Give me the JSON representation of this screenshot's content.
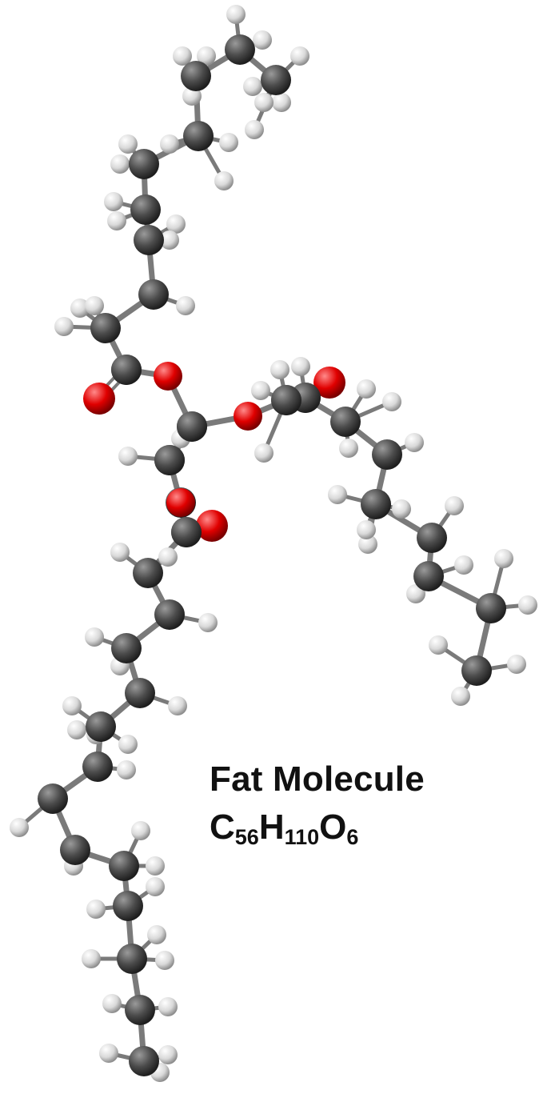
{
  "caption": {
    "title": "Fat Molecule",
    "formula": {
      "parts": [
        {
          "el": "C",
          "n": "56"
        },
        {
          "el": "H",
          "n": "110"
        },
        {
          "el": "O",
          "n": "6"
        }
      ]
    }
  },
  "colors": {
    "carbon": "#4a4a4a",
    "hydrogen": "#e6e6e6",
    "oxygen": "#e00000",
    "bond": "#7a7a7a",
    "text": "#111111",
    "background": "#ffffff"
  },
  "legend": {
    "carbon_atom": "carbon-atom-icon",
    "hydrogen_atom": "hydrogen-atom-icon",
    "oxygen_atom": "oxygen-atom-icon"
  }
}
